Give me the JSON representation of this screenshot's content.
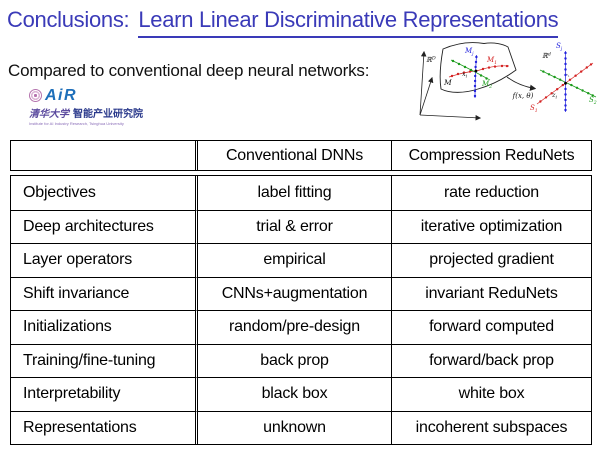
{
  "title": {
    "prefix": "Conclusions:",
    "underlined": "Learn Linear Discriminative Representations"
  },
  "subtitle": "Compared to conventional deep neural networks:",
  "logo": {
    "air": "AiR",
    "cn_script": "清华大学",
    "cn_bold": "智能产业研究院",
    "caption": "Institute for AI Industry Research, Tsinghua University"
  },
  "diagram": {
    "left_space": {
      "base": "ℝ",
      "sup": "D"
    },
    "right_space": {
      "base": "ℝ",
      "sup": "d"
    },
    "manifold": "M",
    "m_blue": {
      "base": "M",
      "sub": "j"
    },
    "m_red": {
      "base": "M",
      "sub": "1"
    },
    "m_green": {
      "base": "M",
      "sub": "2"
    },
    "x_point": {
      "base": "x",
      "sub": "i"
    },
    "z_point": {
      "base": "z",
      "sub": "i"
    },
    "s_blue": {
      "base": "S",
      "sub": "j"
    },
    "s_red": {
      "base": "S",
      "sub": "1"
    },
    "s_green": {
      "base": "S",
      "sub": "2"
    },
    "map": "f(x, θ)"
  },
  "colors": {
    "title_blue": "#3a3ab8",
    "figure_red": "#d42222",
    "figure_green": "#1a9a1a",
    "figure_blue": "#2222dd"
  },
  "table": {
    "headers": {
      "col1": "",
      "col2": "Conventional DNNs",
      "col3": "Compression ReduNets"
    },
    "rows": [
      {
        "label": "Objectives",
        "dnn": "label fitting",
        "redunet": "rate reduction"
      },
      {
        "label": "Deep architectures",
        "dnn": "trial & error",
        "redunet": "iterative optimization"
      },
      {
        "label": "Layer operators",
        "dnn": "empirical",
        "redunet": "projected gradient"
      },
      {
        "label": "Shift invariance",
        "dnn": "CNNs+augmentation",
        "redunet": "invariant ReduNets"
      },
      {
        "label": "Initializations",
        "dnn": "random/pre-design",
        "redunet": "forward computed"
      },
      {
        "label": "Training/fine-tuning",
        "dnn": "back prop",
        "redunet": "forward/back prop"
      },
      {
        "label": "Interpretability",
        "dnn": "black box",
        "redunet": "white box"
      },
      {
        "label": "Representations",
        "dnn": "unknown",
        "redunet": "incoherent subspaces"
      }
    ]
  }
}
